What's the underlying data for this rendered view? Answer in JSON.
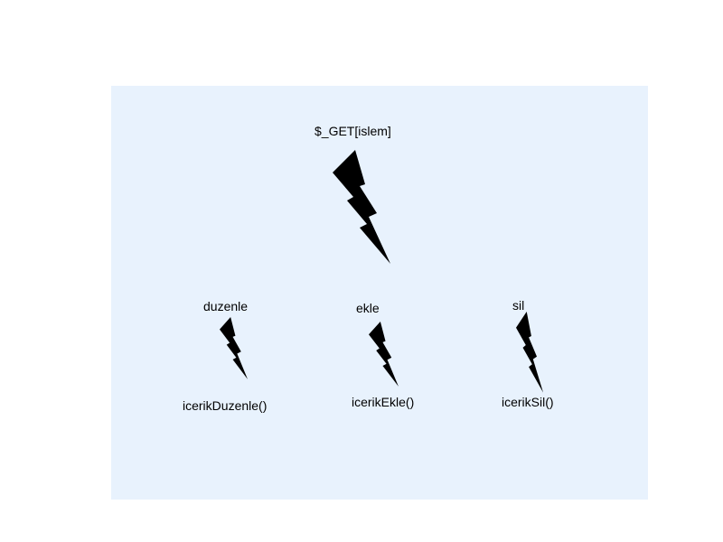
{
  "diagram": {
    "background_color": "#e8f2fd",
    "bolt_color": "#000000",
    "root": {
      "label": "$_GET[islem]",
      "icon": "lightning-bolt-icon"
    },
    "branches": [
      {
        "case_label": "duzenle",
        "function_label": "icerikDuzenle()",
        "icon": "lightning-bolt-icon"
      },
      {
        "case_label": "ekle",
        "function_label": "icerikEkle()",
        "icon": "lightning-bolt-icon"
      },
      {
        "case_label": "sil",
        "function_label": "icerikSil()",
        "icon": "lightning-bolt-icon"
      }
    ]
  }
}
